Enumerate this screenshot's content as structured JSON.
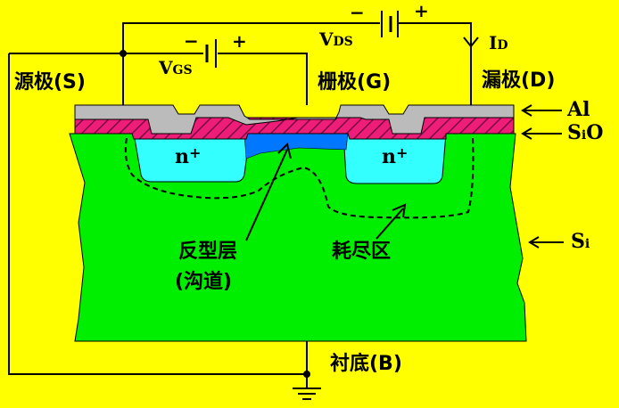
{
  "labels": {
    "vds_main": "V",
    "vds_sub": "DS",
    "vgs_main": "V",
    "vgs_sub": "GS",
    "id_main": "I",
    "id_sub": "D",
    "vds_minus": "−",
    "vds_plus": "+",
    "vgs_minus": "−",
    "vgs_plus": "+",
    "source": "源极(S)",
    "gate": "栅极(G)",
    "drain": "漏极(D)",
    "al": "Al",
    "sio_main": "S",
    "sio_sub": "i",
    "sio_tail": "O",
    "si_main": "S",
    "si_sub": "i",
    "n_left": "n",
    "n_right": "n",
    "n_plus": "+",
    "inversion_line1": "反型层",
    "inversion_line2": "(沟道)",
    "depletion": "耗尽区",
    "substrate": "衬底(B)"
  },
  "colors": {
    "background": "#ffff00",
    "substrate": "#00ee00",
    "aluminum": "#bbbbbb",
    "oxide": "#ee1e78",
    "n_region": "#33ffff",
    "channel": "#0077ff",
    "wire": "#000000"
  }
}
